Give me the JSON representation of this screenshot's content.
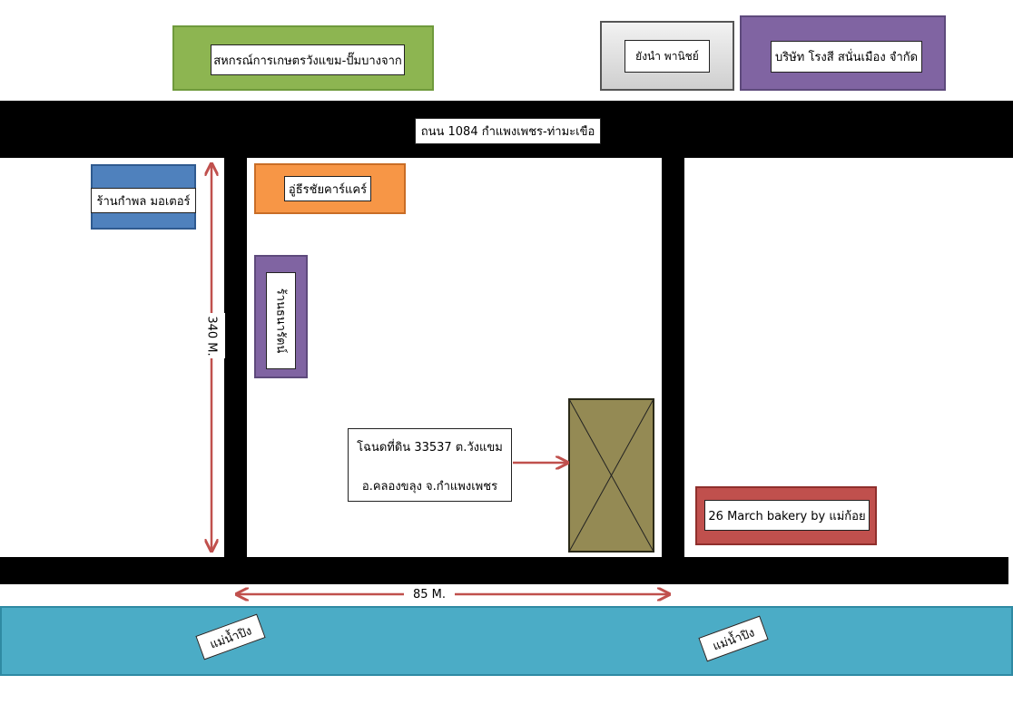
{
  "roads": {
    "main_road_label": "ถนน 1084  กำแพงเพชร-ท่ามะเขือ"
  },
  "buildings": {
    "coop": "สหกรณ์การเกษตรวังแขม-ปั๊มบางจาก",
    "yongnam": "ยังนำ พานิชย์",
    "company": "บริษัท โรงสี สนั่นเมือง จำกัด",
    "motor_shop": "ร้านกำพล มอเตอร์",
    "car_care": "อู่ธีรชัยคาร์แคร์",
    "side_shop": "ร้านธนารัตน์",
    "bakery": "26 March bakery by แม่ก้อย"
  },
  "land_plot": {
    "line1": "โฉนดที่ดิน 33537 ต.วังแขม",
    "line2": "อ.คลองขลุง  จ.กำแพงเพชร"
  },
  "dimensions": {
    "vertical": "340 M.",
    "horizontal": "85 M."
  },
  "river": {
    "label_left": "แม่น้ำปิง",
    "label_right": "แม่น้ำปิง"
  },
  "colors": {
    "road": "#000000",
    "river": "#4bacc6",
    "coop": "#8db551",
    "yongnam": "#d9d9d9",
    "company": "#8064a2",
    "motor_shop": "#4f81bd",
    "car_care": "#f79646",
    "side_shop": "#8064a2",
    "bakery": "#c0504d",
    "plot": "#948a54",
    "arrow": "#c0504d"
  }
}
